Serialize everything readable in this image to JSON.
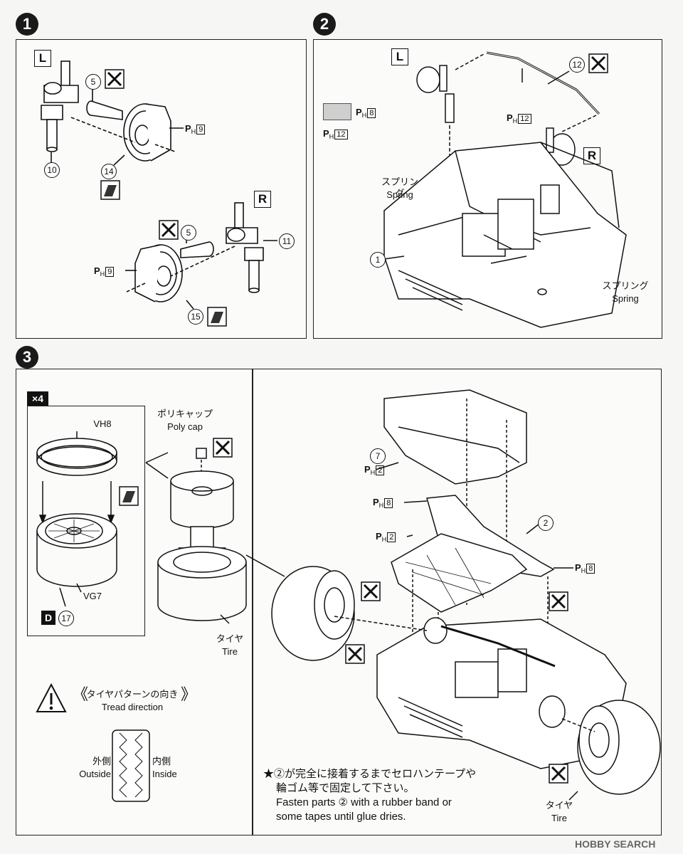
{
  "steps": [
    {
      "number": "1"
    },
    {
      "number": "2"
    },
    {
      "number": "3"
    }
  ],
  "step1": {
    "left_tag": "L",
    "right_tag": "R",
    "parts": {
      "p5_top": "5",
      "p10": "10",
      "p14": "14",
      "p5_bottom": "5",
      "p11": "11",
      "p15": "15"
    },
    "paint_top": {
      "prefix": "P",
      "sub": "H",
      "num": "9"
    },
    "paint_bottom": {
      "prefix": "P",
      "sub": "H",
      "num": "9"
    }
  },
  "step2": {
    "left_tag": "L",
    "right_tag": "R",
    "parts": {
      "p12": "12",
      "p1": "1"
    },
    "swatch_paint": {
      "prefix": "P",
      "sub": "H",
      "num": "8"
    },
    "paint_12": {
      "prefix": "P",
      "sub": "H",
      "num": "12"
    },
    "legend_12": {
      "prefix": "P",
      "sub": "H",
      "num": "12"
    },
    "spring_left_jp": "スプリング",
    "spring_left_en": "Spring",
    "spring_right_jp": "スプリング",
    "spring_right_en": "Spring"
  },
  "step3": {
    "multiplier": "×4",
    "vh8": "VH8",
    "vg7": "VG7",
    "d_tag": "D",
    "p17": "17",
    "polycap_jp": "ポリキャップ",
    "polycap_en": "Poly cap",
    "tire_jp": "タイヤ",
    "tire_en": "Tire",
    "tread_jp": "タイヤパターンの向き",
    "tread_en": "Tread direction",
    "outside_jp": "外側",
    "outside_en": "Outside",
    "inside_jp": "内側",
    "inside_en": "Inside",
    "p7": "7",
    "p2": "2",
    "paint_p7": {
      "prefix": "P",
      "sub": "H",
      "num": "2"
    },
    "paint_p8a": {
      "prefix": "P",
      "sub": "H",
      "num": "8"
    },
    "paint_p2": {
      "prefix": "P",
      "sub": "H",
      "num": "2"
    },
    "paint_p8b": {
      "prefix": "P",
      "sub": "H",
      "num": "8"
    },
    "tire_right_jp": "タイヤ",
    "tire_right_en": "Tire",
    "note_jp1": "★②が完全に接着するまでセロハンテープや",
    "note_jp2": "輪ゴム等で固定して下さい。",
    "note_en1": "Fasten parts ② with a rubber band or",
    "note_en2": "some tapes until glue dries."
  },
  "footer": {
    "logo": "HOBBY SEARCH"
  }
}
